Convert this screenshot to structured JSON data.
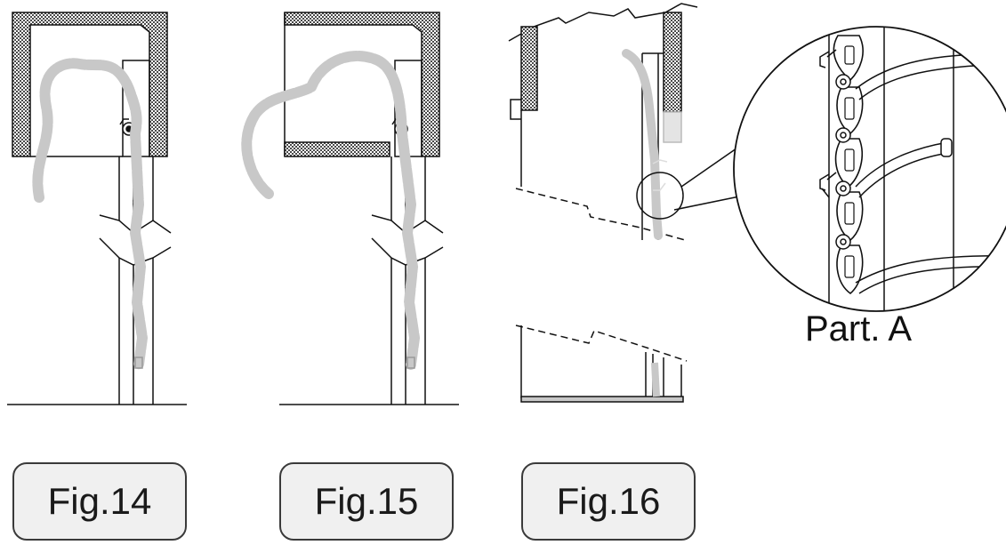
{
  "figures": [
    {
      "id": "fig14",
      "label": "Fig.14"
    },
    {
      "id": "fig15",
      "label": "Fig.15"
    },
    {
      "id": "fig16",
      "label": "Fig.16"
    }
  ],
  "detail": {
    "label": "Part. A"
  },
  "colors": {
    "line": "#111111",
    "chain": "#c8c8c8",
    "hatch_fill": "#555555",
    "label_bg": "#f0f0f0"
  }
}
